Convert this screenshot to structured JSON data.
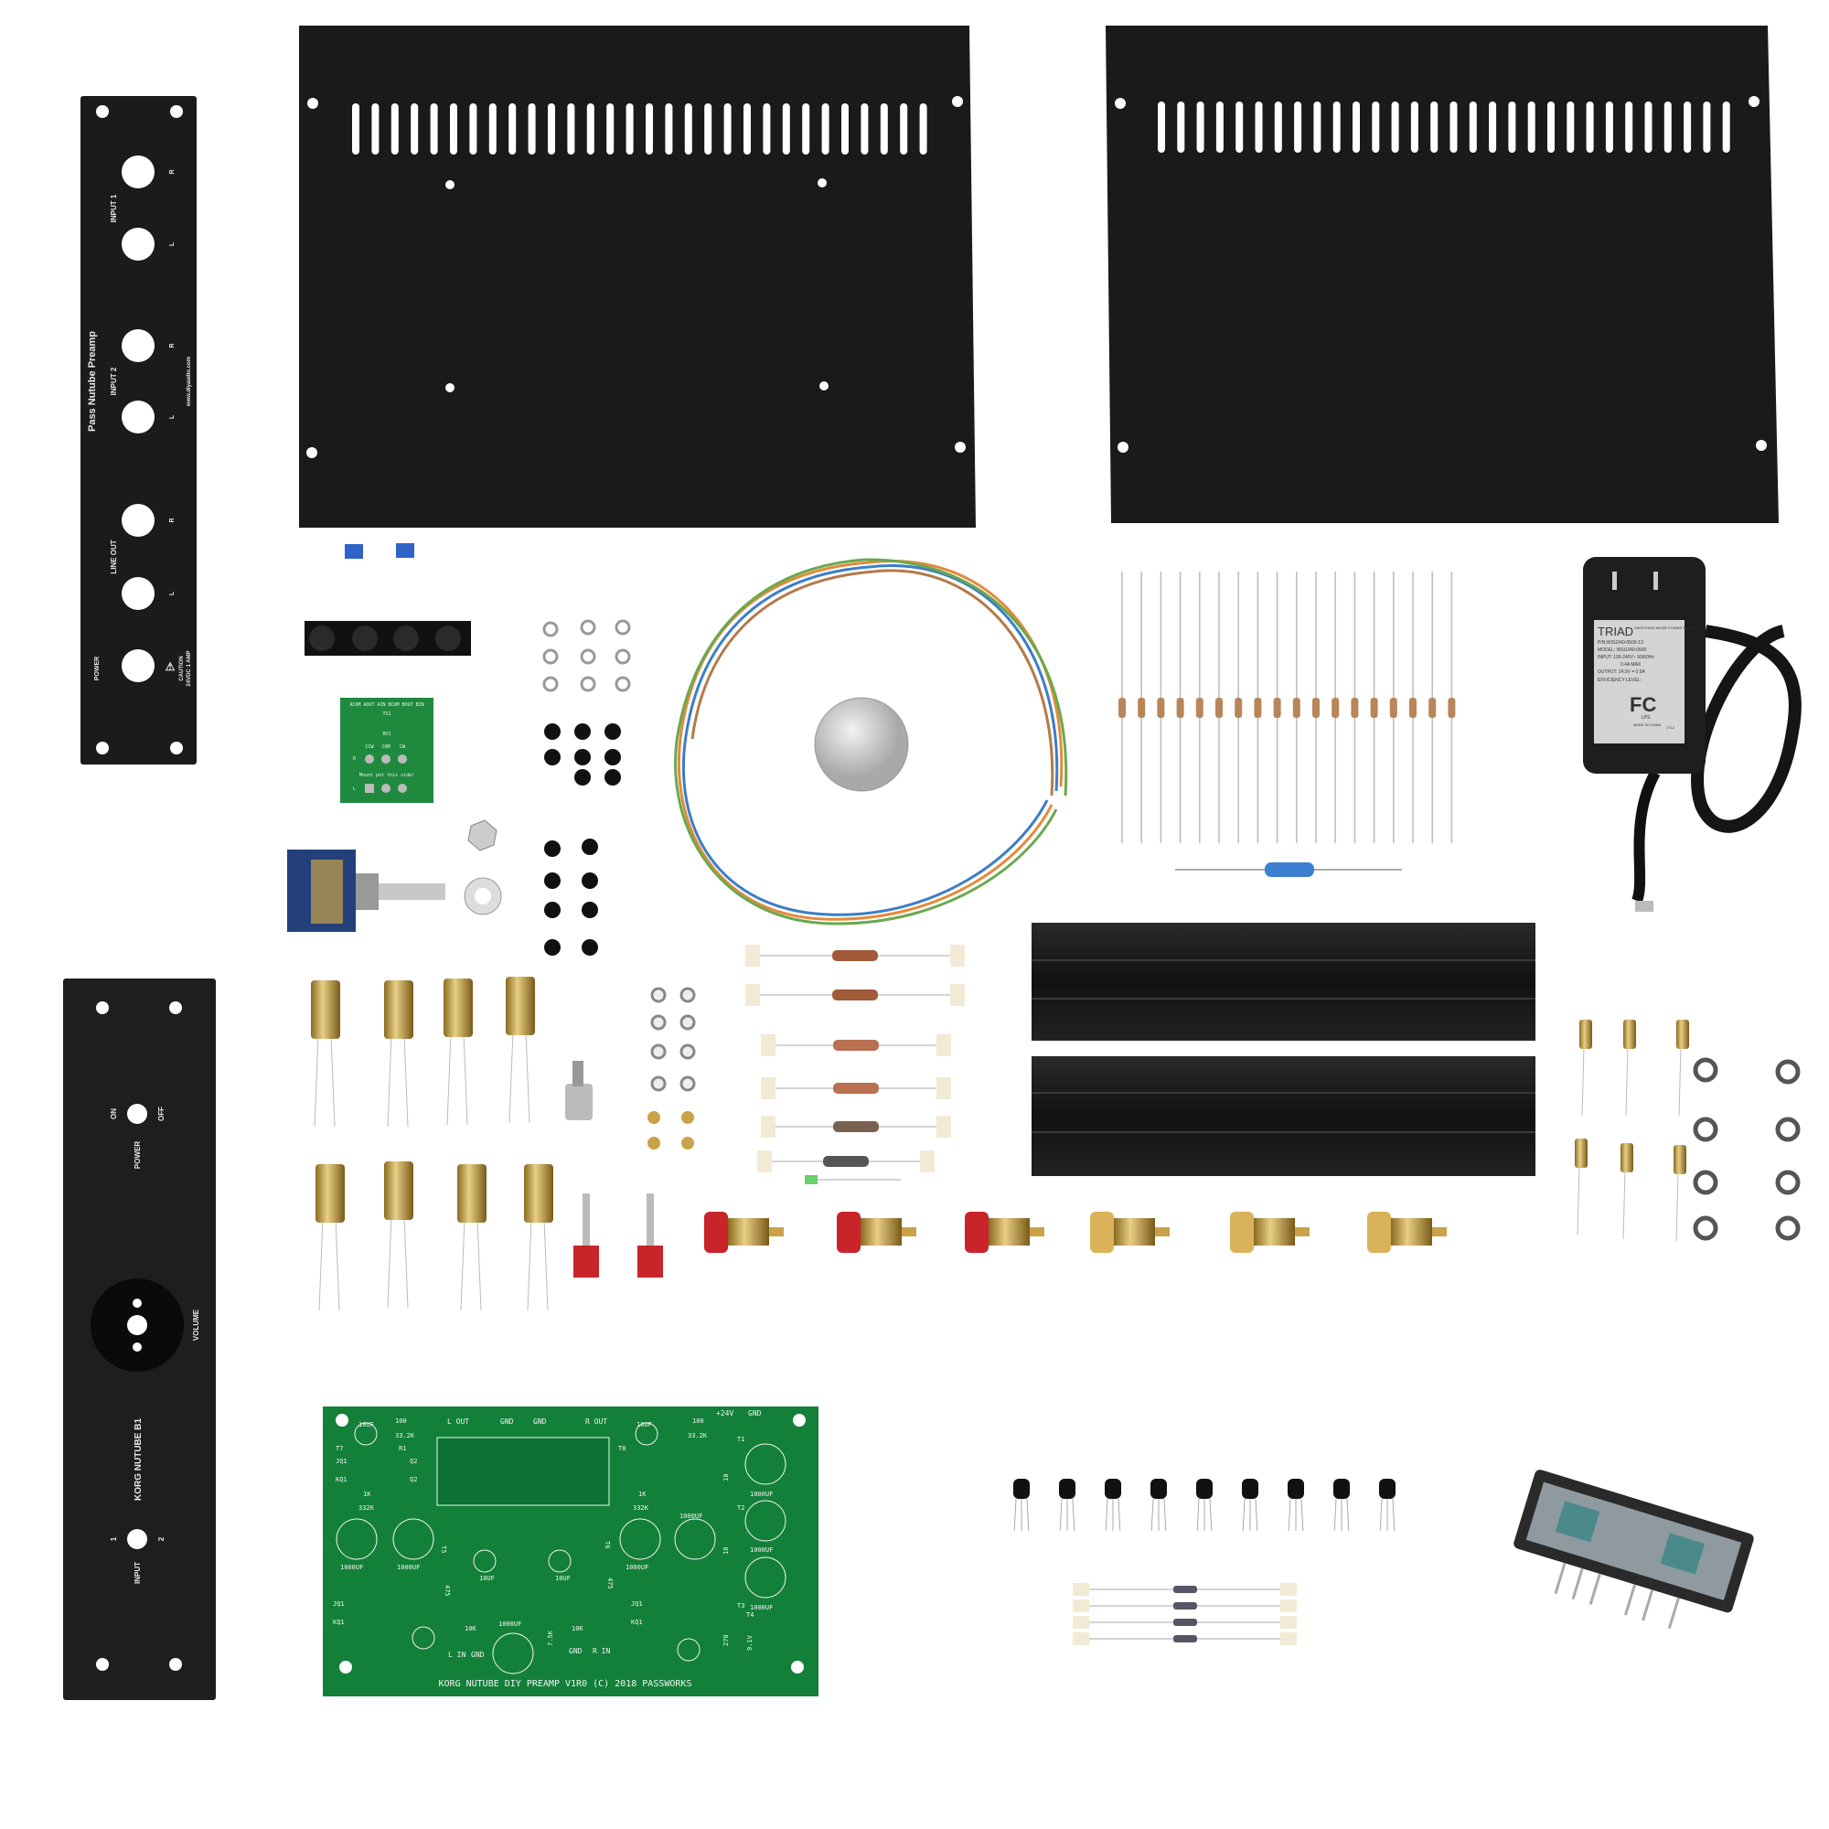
{
  "rear_panel": {
    "title": "Pass Nutube Preamp",
    "website": "www.diyaudio.com",
    "input1": "INPUT 1",
    "input2": "INPUT 2",
    "line_out": "LINE OUT",
    "power": "POWER",
    "caution": "CAUTION",
    "rating": "24VDC 1 AMP",
    "r": "R",
    "l": "L"
  },
  "front_panel": {
    "title": "KORG NUTUBE B1",
    "on": "ON",
    "off": "OFF",
    "power": "POWER",
    "volume": "VOLUME",
    "input": "INPUT",
    "input_1": "1",
    "input_2": "2"
  },
  "pcb": {
    "title": "KORG NUTUBE DIY PREAMP V1R0 (C) 2018 PASSWORKS",
    "l_out": "L OUT",
    "gnd": "GND",
    "r_out": "R OUT",
    "v24": "+24V",
    "l_in": "L IN",
    "r_in": "R IN",
    "c10uf": "10UF",
    "c1000uf": "1000UF",
    "r100": "100",
    "r332": "33.2K",
    "r1": "R1",
    "r1k": "1K",
    "r332k": "332K",
    "r475": "475",
    "r10k": "10K",
    "r75k": "7.5K",
    "r10": "10",
    "r270": "270",
    "z91": "9.1V",
    "jq1": "JQ1",
    "kq1": "KQ1",
    "q2": "Q2",
    "t1": "T1",
    "t2": "T2",
    "t3": "T3",
    "t4": "T4",
    "t5": "T5",
    "t6": "T6",
    "t7": "T7",
    "t8": "T8"
  },
  "pot_pcb": {
    "header": "ACOM AOUT AIN  BCOM BOUT BIN",
    "ts1": "TS1",
    "rv1": "RV1",
    "ccw": "CCW",
    "com": "COM",
    "cw": "CW",
    "r": "R",
    "l": "L",
    "note": "Mount pot this side!"
  },
  "adapter": {
    "brand": "TRIAD",
    "type": "SWITCHING MODE POWER SUPPLY",
    "pn": "P/N:WSU240-0500-13",
    "model": "MODEL: WSU240-0500",
    "input": "INPUT: 100-240V~ 50/60Hz",
    "max": "0.4A MAX",
    "output": "OUTPUT: 24.0V = 0.5A",
    "efficiency": "EFFICIENCY LEVEL:",
    "fcc": "FC",
    "lps": "LPS",
    "made": "MADE IN CHINA",
    "code": "1712"
  },
  "colors": {
    "panel": "#1b1b1b",
    "pcb_green": "#13803a",
    "gold": "#c9a24a",
    "red": "#c8242a",
    "pot_blue": "#23407a"
  }
}
